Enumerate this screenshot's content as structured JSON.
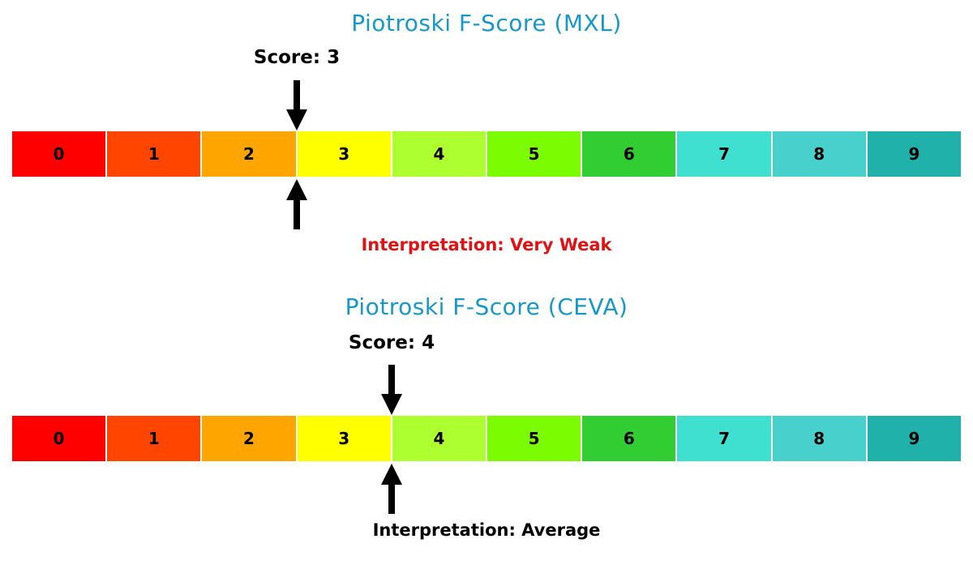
{
  "figure": {
    "background": "#ffffff",
    "title_color": "#1897C9",
    "arrow_color": "#000000"
  },
  "scale": {
    "values": [
      "0",
      "1",
      "2",
      "3",
      "4",
      "5",
      "6",
      "7",
      "8",
      "9"
    ],
    "colors": [
      "#FF0000",
      "#FF4500",
      "#FFA500",
      "#FFFF00",
      "#ADFF2F",
      "#7CFC00",
      "#32CD32",
      "#40E0D0",
      "#48D1CC",
      "#20B2AA"
    ],
    "number_color": "#000000"
  },
  "charts": [
    {
      "title": "Piotroski F-Score (MXL)",
      "score": 3,
      "score_label": "Score: 3",
      "interpretation_label": "Interpretation: Very Weak",
      "interpretation_color": "#DF1313"
    },
    {
      "title": "Piotroski F-Score (CEVA)",
      "score": 4,
      "score_label": "Score: 4",
      "interpretation_label": "Interpretation: Average",
      "interpretation_color": "#000000"
    }
  ],
  "chart_data": [
    {
      "type": "heatmap",
      "title": "Piotroski F-Score (MXL)",
      "categories": [
        0,
        1,
        2,
        3,
        4,
        5,
        6,
        7,
        8,
        9
      ],
      "cell_colors": [
        "#FF0000",
        "#FF4500",
        "#FFA500",
        "#FFFF00",
        "#ADFF2F",
        "#7CFC00",
        "#32CD32",
        "#40E0D0",
        "#48D1CC",
        "#20B2AA"
      ],
      "score": 3,
      "score_label": "Score: 3",
      "annotation": "Interpretation: Very Weak",
      "marker": "black arrows above and below the strip at x = score boundary",
      "xrange": [
        0,
        10
      ],
      "legend": "none",
      "grid": false
    },
    {
      "type": "heatmap",
      "title": "Piotroski F-Score (CEVA)",
      "categories": [
        0,
        1,
        2,
        3,
        4,
        5,
        6,
        7,
        8,
        9
      ],
      "cell_colors": [
        "#FF0000",
        "#FF4500",
        "#FFA500",
        "#FFFF00",
        "#ADFF2F",
        "#7CFC00",
        "#32CD32",
        "#40E0D0",
        "#48D1CC",
        "#20B2AA"
      ],
      "score": 4,
      "score_label": "Score: 4",
      "annotation": "Interpretation: Average",
      "marker": "black arrows above and below the strip at x = score boundary",
      "xrange": [
        0,
        10
      ],
      "legend": "none",
      "grid": false
    }
  ]
}
